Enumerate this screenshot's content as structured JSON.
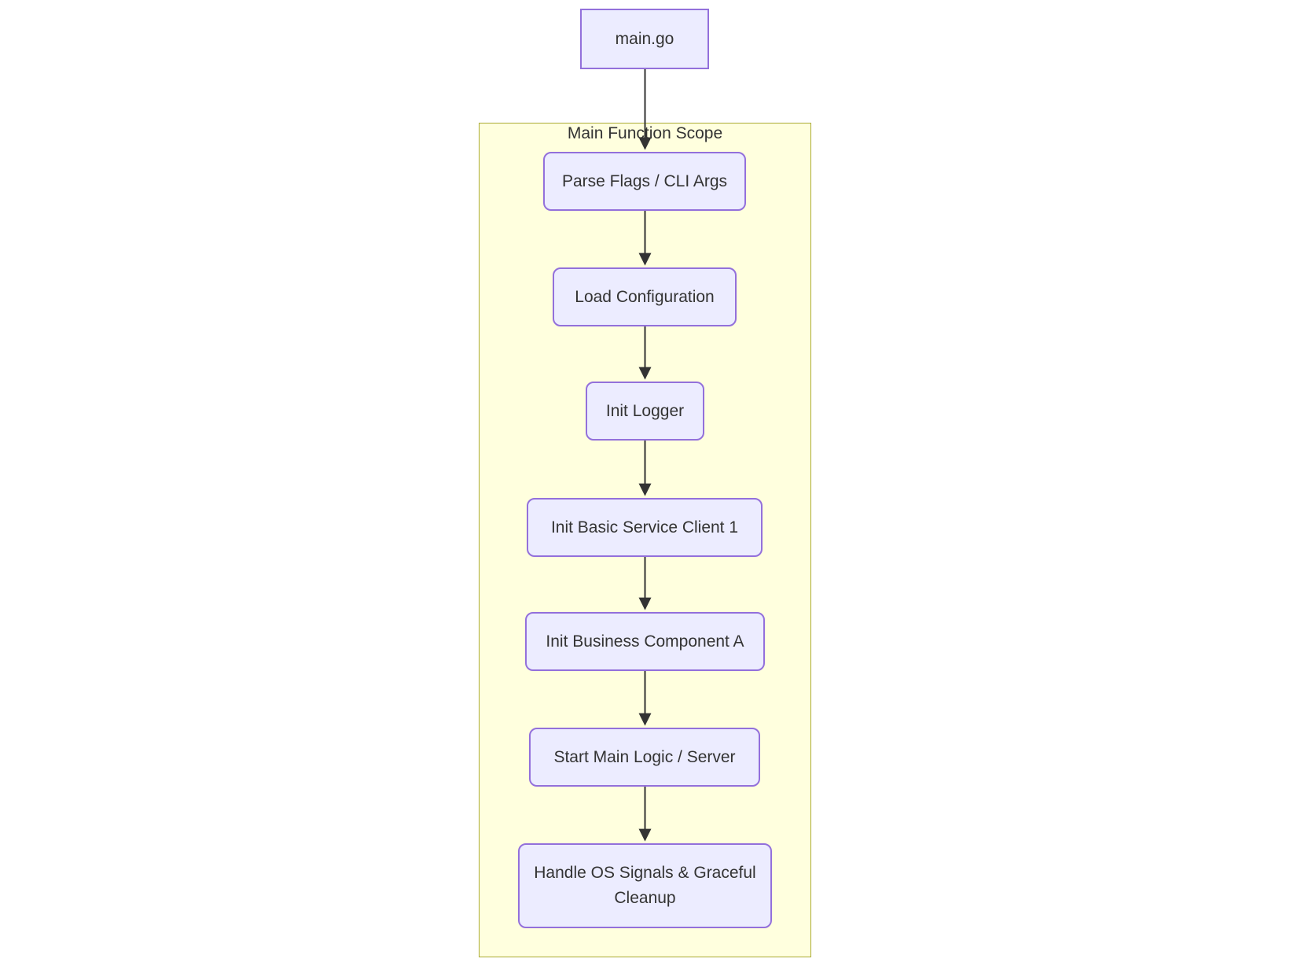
{
  "diagram": {
    "type": "flowchart-top-down",
    "root_node": {
      "label": "main.go"
    },
    "subgraph": {
      "title": "Main Function Scope"
    },
    "nodes": [
      {
        "label": "Parse Flags / CLI Args"
      },
      {
        "label": "Load Configuration"
      },
      {
        "label": "Init Logger"
      },
      {
        "label": "Init Basic Service Client 1"
      },
      {
        "label": "Init Business Component A"
      },
      {
        "label": "Start Main Logic / Server"
      },
      {
        "label": "Handle OS Signals & Graceful Cleanup"
      }
    ],
    "edges": [
      {
        "from": "main.go",
        "to": "Parse Flags / CLI Args"
      },
      {
        "from": "Parse Flags / CLI Args",
        "to": "Load Configuration"
      },
      {
        "from": "Load Configuration",
        "to": "Init Logger"
      },
      {
        "from": "Init Logger",
        "to": "Init Basic Service Client 1"
      },
      {
        "from": "Init Basic Service Client 1",
        "to": "Init Business Component A"
      },
      {
        "from": "Init Business Component A",
        "to": "Start Main Logic / Server"
      },
      {
        "from": "Start Main Logic / Server",
        "to": "Handle OS Signals & Graceful Cleanup"
      }
    ],
    "colors": {
      "node_fill": "#ECECFF",
      "node_border": "#9370DB",
      "subgraph_fill": "#FFFFDE",
      "subgraph_border": "#AAAA33",
      "edge_stroke": "#333333",
      "text": "#333333",
      "background": "#FFFFFF"
    }
  }
}
